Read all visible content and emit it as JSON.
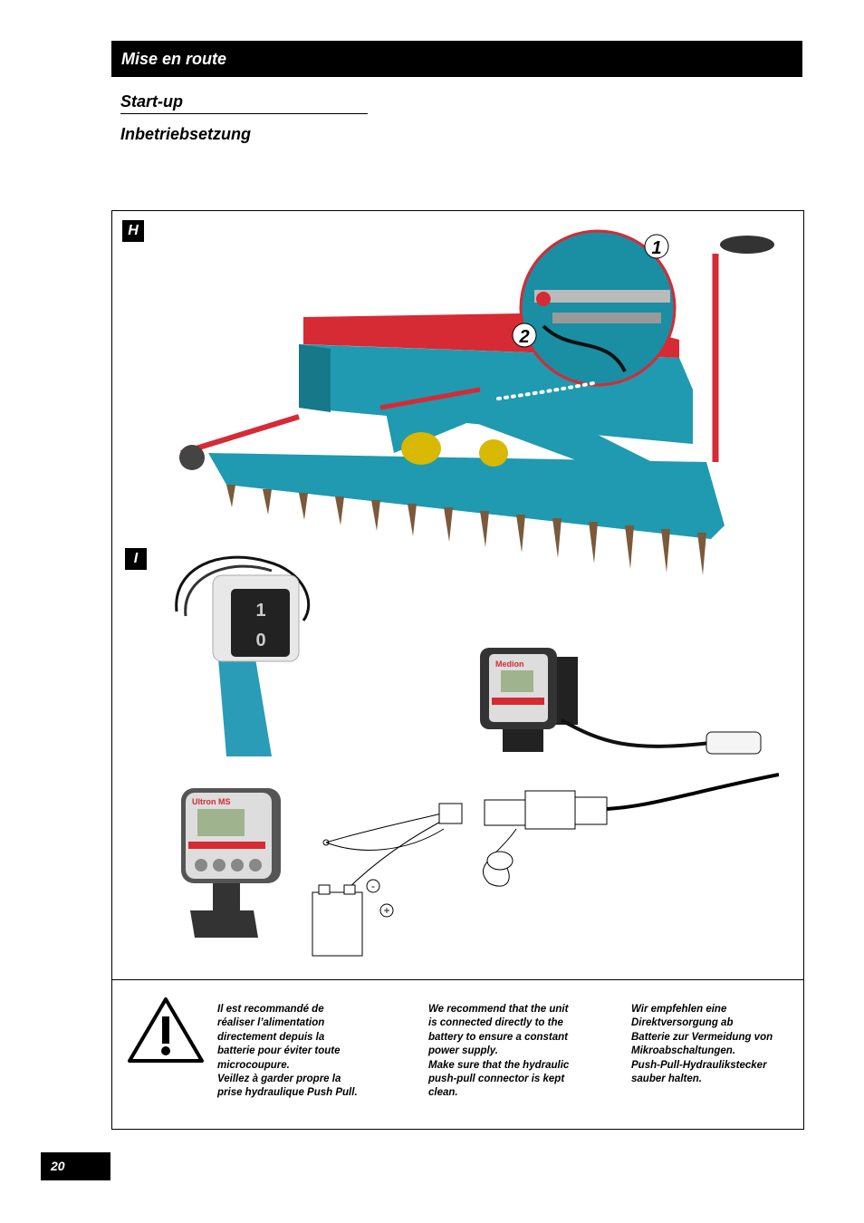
{
  "header": {
    "title": "Mise en route",
    "subtitle_en": "Start-up",
    "subtitle_de": "Inbetriebsetzung"
  },
  "figures": {
    "label_h": "H",
    "label_i": "I",
    "callout_1": "1",
    "callout_2": "2",
    "switch_on": "1",
    "switch_off": "0",
    "console_a_brand": "Medion",
    "console_b_brand": "Ultron MS",
    "battery_minus": "-",
    "battery_plus": "+"
  },
  "notices": {
    "fr": "Il est recommandé de\nréaliser l’alimentation\ndirectement depuis la\nbatterie pour éviter toute\nmicrocoupure.\nVeillez à garder propre la\nprise hydraulique Push Pull.",
    "en": "We recommend that the unit\nis connected directly to the\nbattery to ensure a constant\npower supply.\nMake sure that the hydraulic\npush-pull connector is kept\nclean.",
    "de": "Wir empfehlen eine\nDirektversorgung ab\nBatterie zur Vermeidung von\nMikroabschaltungen.\nPush-Pull-Hydraulikstecker\nsauber halten."
  },
  "footer": {
    "page_number": "20"
  },
  "colors": {
    "machine_teal": "#1f9ab0",
    "machine_red": "#d62a35",
    "soil_brown": "#7a5a3a"
  }
}
